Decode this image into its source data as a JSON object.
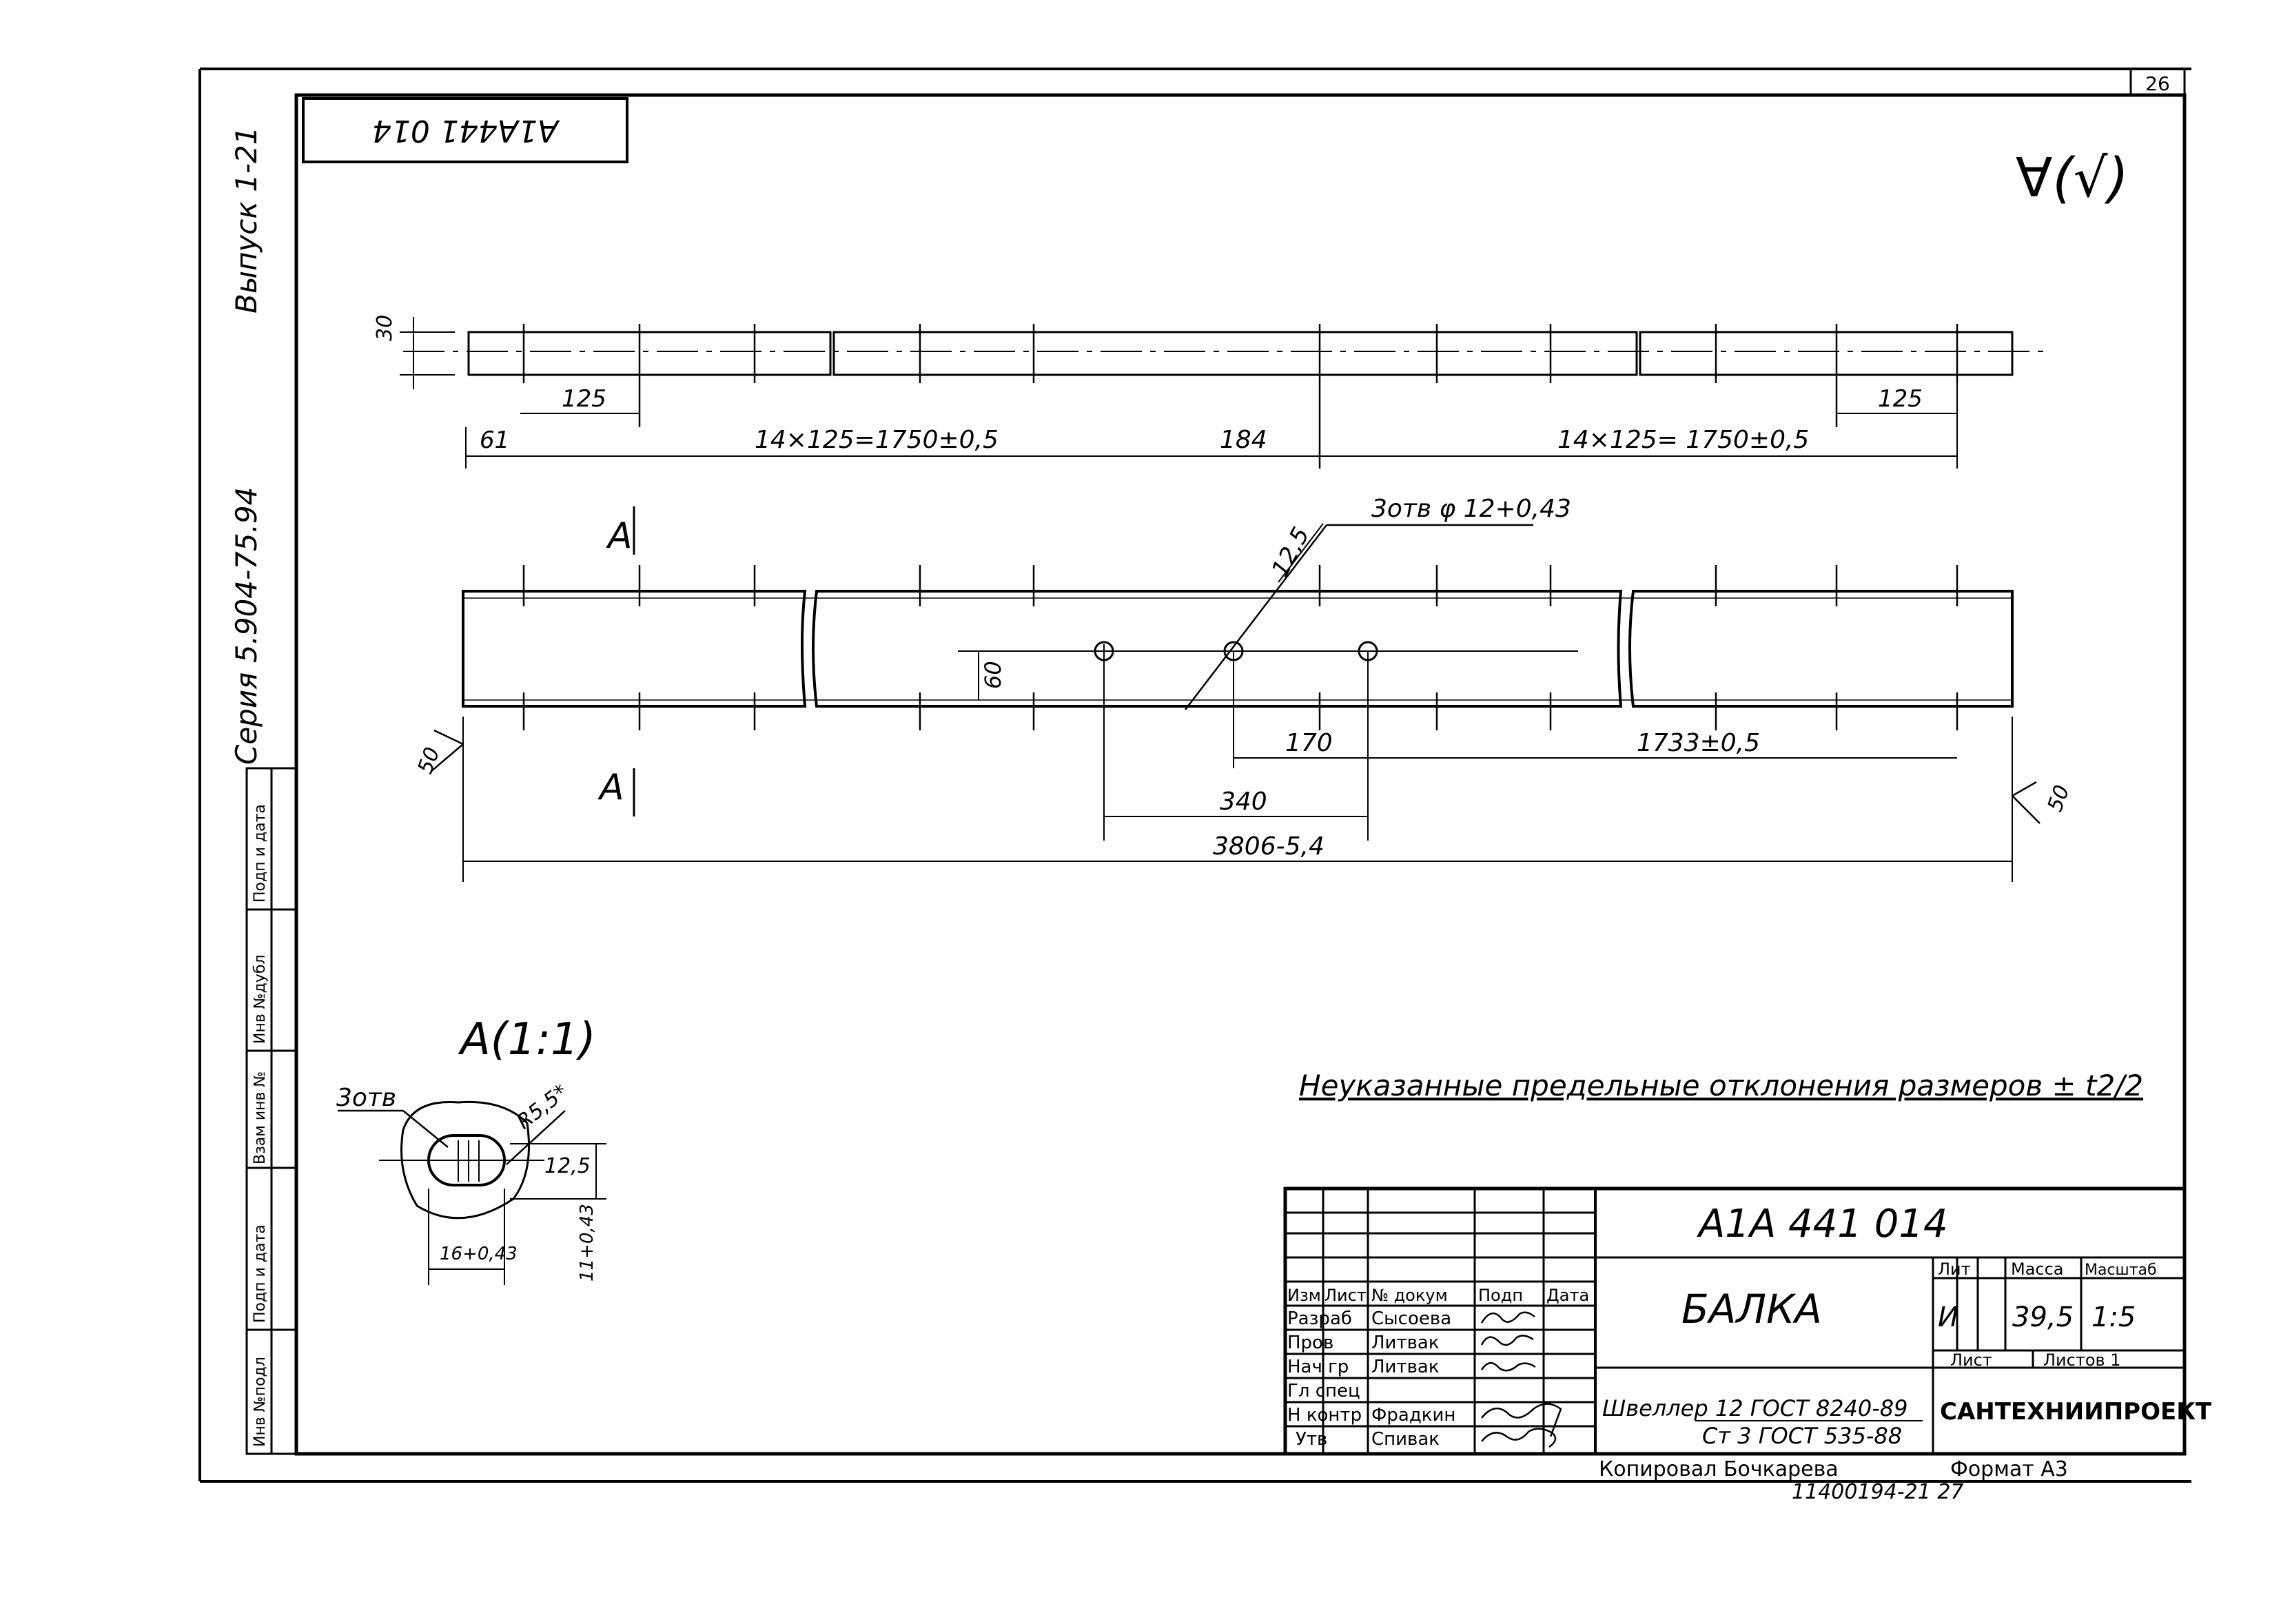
{
  "sheet": {
    "page_number": "26",
    "code_mirrored": "А1А441 014",
    "series": "Серия 5.904-75.94",
    "issue": "Выпуск 1-21",
    "roughness": "∀(√)"
  },
  "side_stamp": [
    "Инв №подл",
    "Подп и дата",
    "Взам инв №",
    "Инв №дубл",
    "Подп и дата"
  ],
  "top_view": {
    "height_dim": "30",
    "pitch_left": "125",
    "pitch_right": "125",
    "edge_offset": "61",
    "left_row": "14×125=1750±0,5",
    "middle_gap": "184",
    "right_row": "14×125= 1750±0,5"
  },
  "main_view": {
    "section_mark_top": "А",
    "section_mark_bottom": "А",
    "holes_callout": "3отв φ 12+0,43",
    "callout_dim": "12,5",
    "hole_height": "60",
    "weld_left": "50",
    "weld_right": "50",
    "dim_170": "170",
    "dim_1733": "1733±0,5",
    "dim_340": "340",
    "overall_length": "3806-5,4"
  },
  "section": {
    "title": "А(1:1)",
    "holes_label": "3отв",
    "radius": "R5,5*",
    "offset": "12,5",
    "width": "16+0,43",
    "height": "11+0,43"
  },
  "note": "Неуказанные предельные отклонения размеров ± t2/2",
  "title_block": {
    "designation": "А1А 441 014",
    "name": "БАЛКА",
    "material_line1": "Швеллер 12 ГОСТ 8240-89",
    "material_line2": "Ст 3 ГОСТ 535-88",
    "headers": {
      "izm": "Изм",
      "list": "Лист",
      "doc": "№ докум",
      "sign": "Подп",
      "date": "Дата"
    },
    "roles": [
      {
        "role": "Разраб",
        "name": "Сысоева"
      },
      {
        "role": "Пров",
        "name": "Литвак"
      },
      {
        "role": "Нач гр",
        "name": "Литвак"
      },
      {
        "role": "Гл спец",
        "name": ""
      },
      {
        "role": "Н контр",
        "name": "Фрадкин"
      },
      {
        "role": "Утв",
        "name": "Спивак"
      }
    ],
    "lit_label": "Лит",
    "mass_label": "Масса",
    "scale_label": "Масштаб",
    "lit_value": "И",
    "mass_value": "39,5",
    "scale_value": "1:5",
    "sheet_label": "Лист",
    "sheets_label": "Листов 1",
    "organization": "САНТЕХНИИПРОЕКТ"
  },
  "footer": {
    "copied": "Копировал Бочкарева",
    "format": "Формат А3",
    "number": "11400194-21 27"
  }
}
